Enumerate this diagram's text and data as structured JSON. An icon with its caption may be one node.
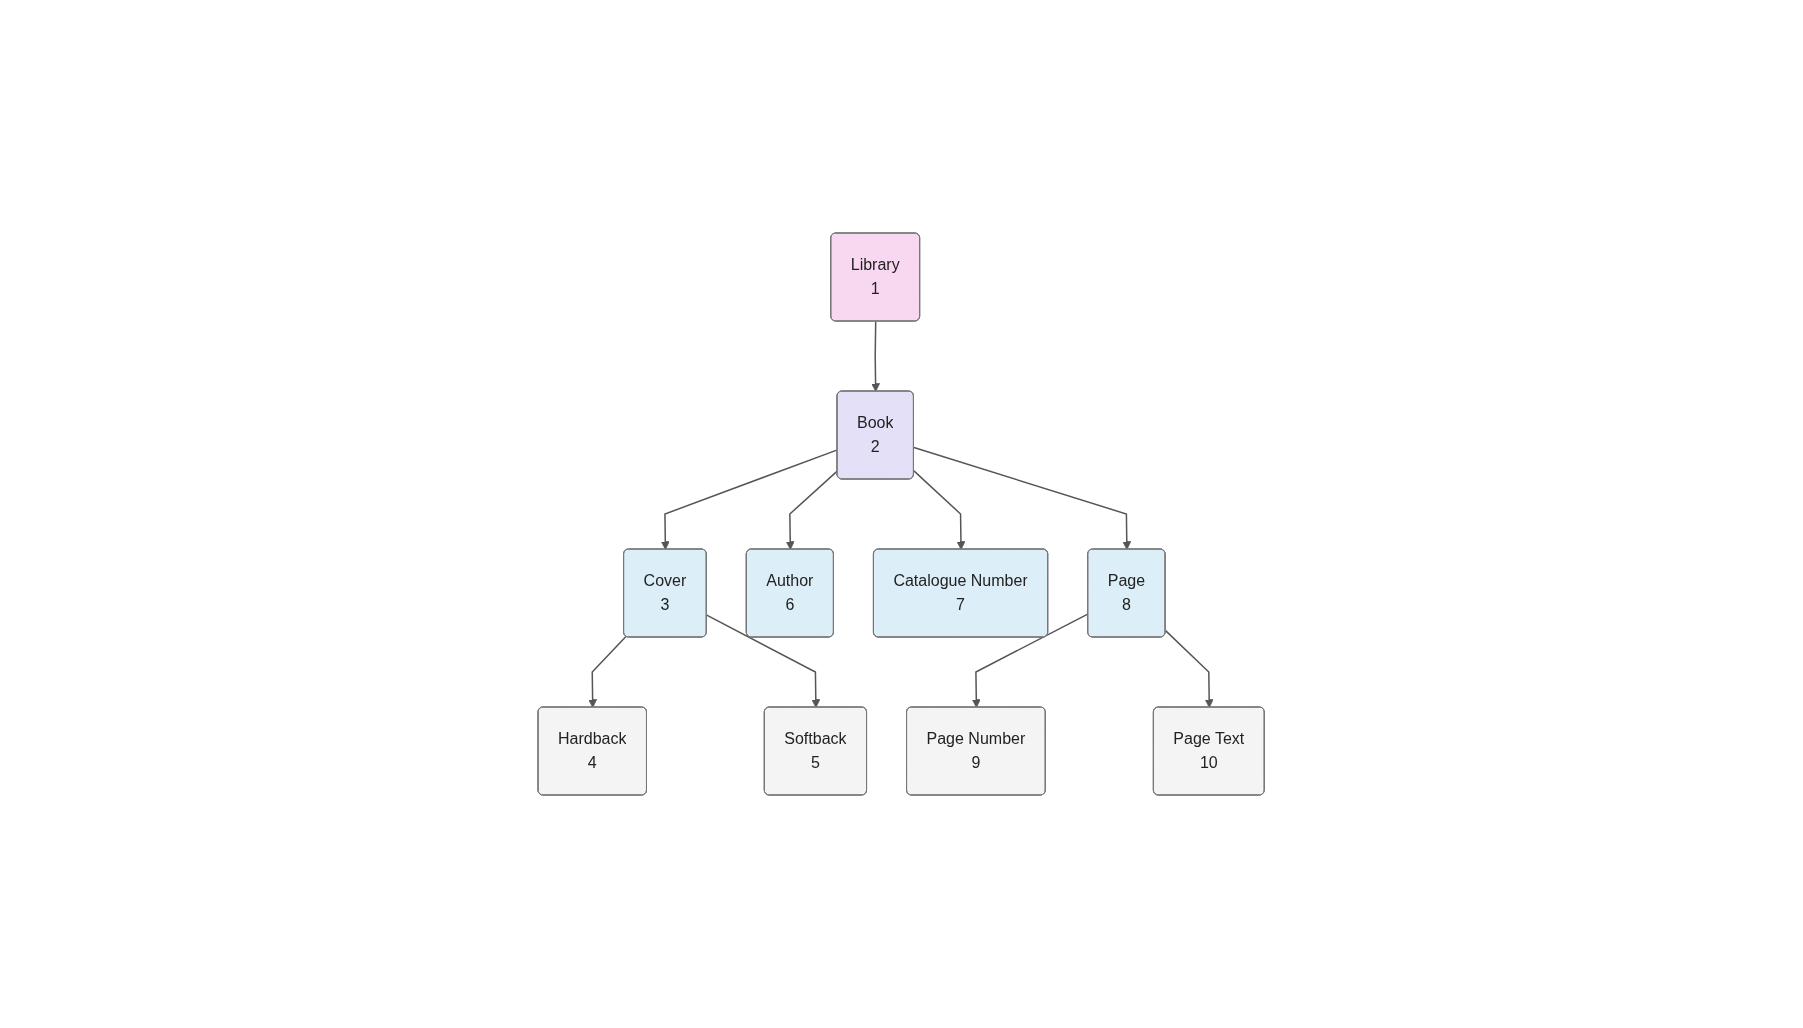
{
  "diagram": {
    "nodes": [
      {
        "text": [
          "Library",
          "1"
        ]
      },
      {
        "text": [
          "Book",
          "2"
        ]
      },
      {
        "text": [
          "Cover",
          "3"
        ]
      },
      {
        "text": [
          "Author",
          "6"
        ]
      },
      {
        "text": [
          "Catalogue Number",
          "7"
        ]
      },
      {
        "text": [
          "Page",
          "8"
        ]
      },
      {
        "text": [
          "Hardback",
          "4"
        ]
      },
      {
        "text": [
          "Softback",
          "5"
        ]
      },
      {
        "text": [
          "Page Number",
          "9"
        ]
      },
      {
        "text": [
          "Page Text",
          "10"
        ]
      }
    ],
    "edges": [
      {
        "from": 0,
        "to": 1,
        "arrow": "to"
      },
      {
        "from": 1,
        "to": 2,
        "arrow": "to"
      },
      {
        "from": 1,
        "to": 3,
        "arrow": "to"
      },
      {
        "from": 1,
        "to": 4,
        "arrow": "to"
      },
      {
        "from": 1,
        "to": 5,
        "arrow": "to"
      },
      {
        "from": 2,
        "to": 6,
        "arrow": "to"
      },
      {
        "from": 2,
        "to": 7,
        "arrow": "to"
      },
      {
        "from": 5,
        "to": 8,
        "arrow": "to"
      },
      {
        "from": 5,
        "to": 9,
        "arrow": "to"
      }
    ]
  }
}
